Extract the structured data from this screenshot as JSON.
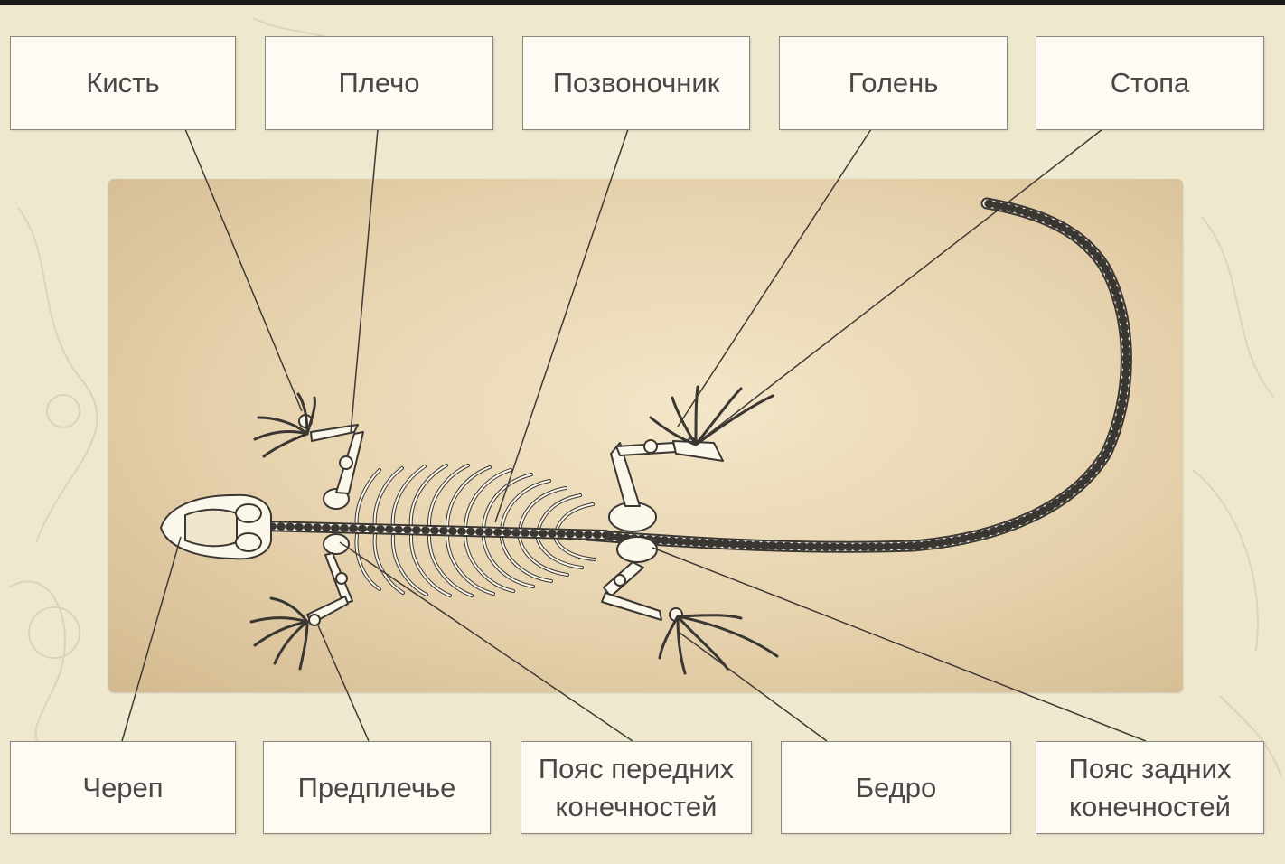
{
  "diagram": {
    "top_labels": {
      "hand": "Кисть",
      "shoulder": "Плечо",
      "spine": "Позвоночник",
      "shin": "Голень",
      "foot": "Стопа"
    },
    "bottom_labels": {
      "skull": "Череп",
      "forearm": "Предплечье",
      "forelimb_girdle_line1": "Пояс передних",
      "forelimb_girdle_line2": "конечностей",
      "thigh": "Бедро",
      "hindlimb_girdle_line1": "Пояс задних",
      "hindlimb_girdle_line2": "конечностей"
    }
  },
  "colors": {
    "background": "#eee8cf",
    "panel": "#e6d2ad",
    "bone": "#fbf7ea",
    "bone_outline": "#3a3632",
    "leader_line": "#3f3a33",
    "label_text": "#4a4744"
  }
}
